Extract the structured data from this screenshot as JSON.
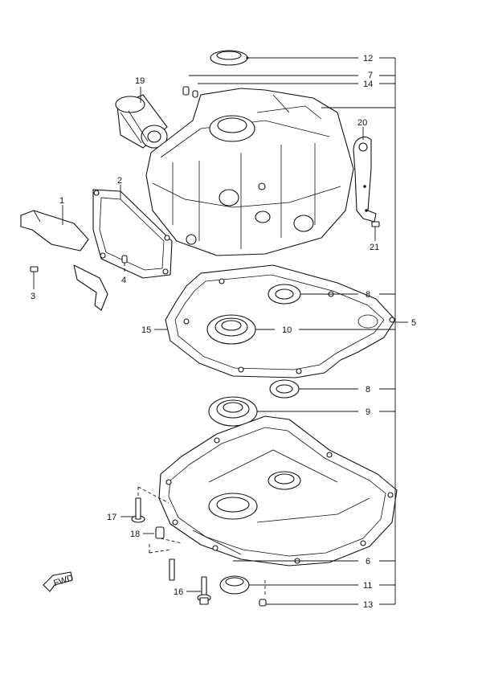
{
  "diagram": {
    "callouts": {
      "c1": "1",
      "c2": "2",
      "c3": "3",
      "c4": "4",
      "c5": "5",
      "c6": "6",
      "c7": "7",
      "c8a": "8",
      "c8b": "8",
      "c9": "9",
      "c10": "10",
      "c11": "11",
      "c12": "12",
      "c13": "13",
      "c14": "14",
      "c15": "15",
      "c16": "16",
      "c17": "17",
      "c18": "18",
      "c19": "19",
      "c20": "20",
      "c21": "21"
    },
    "fwd_label": "FWD"
  }
}
